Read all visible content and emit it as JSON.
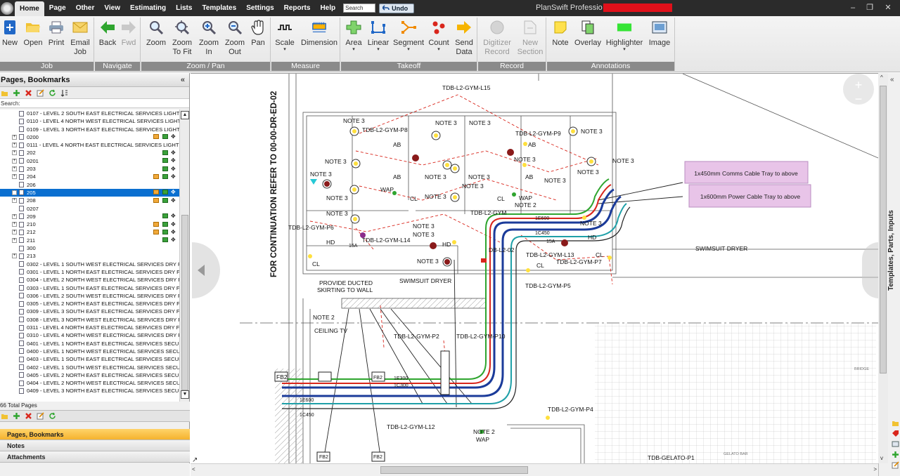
{
  "menu": {
    "tabs": [
      "Home",
      "Page",
      "Other",
      "View",
      "Estimating",
      "Lists",
      "Templates",
      "Settings",
      "Reports",
      "Help"
    ],
    "search_value": "Search",
    "undo_label": "Undo"
  },
  "window": {
    "title": "PlanSwift Professio",
    "minimize": "–",
    "restore": "❐",
    "close": "✕"
  },
  "ribbon": {
    "groups": {
      "job": "Job",
      "navigate": "Navigate",
      "zoom": "Zoom / Pan",
      "measure": "Measure",
      "takeoff": "Takeoff",
      "record": "Record",
      "annotations": "Annotations"
    },
    "buttons": {
      "new": "New",
      "open": "Open",
      "print": "Print",
      "email_a": "Email",
      "email_b": "Job",
      "back": "Back",
      "fwd": "Fwd",
      "zoom": "Zoom",
      "zoomfit_a": "Zoom",
      "zoomfit_b": "To Fit",
      "zoomin_a": "Zoom",
      "zoomin_b": "In",
      "zoomout_a": "Zoom",
      "zoomout_b": "Out",
      "pan": "Pan",
      "scale": "Scale",
      "dimension": "Dimension",
      "area": "Area",
      "linear": "Linear",
      "segment": "Segment",
      "count": "Count",
      "send_a": "Send",
      "send_b": "Data",
      "digitizer_a": "Digitizer",
      "digitizer_b": "Record",
      "newsec_a": "New",
      "newsec_b": "Section",
      "note": "Note",
      "overlay": "Overlay",
      "highlighter": "Highlighter",
      "image": "Image"
    },
    "colors": {
      "accent_green": "#2fa52f",
      "accent_orange": "#f08a00",
      "accent_blue": "#2168c7"
    }
  },
  "pages_panel": {
    "title": "Pages, Bookmarks",
    "search_label": "Search:",
    "total": "66 Total Pages",
    "items": [
      {
        "label": "0107 - LEVEL 2 SOUTH EAST ELECTRICAL SERVICES LIGHTING L...",
        "exp": false,
        "icons": 0
      },
      {
        "label": "0110 - LEVEL 4 NORTH WEST ELECTRICAL SERVICES LIGHTING ...",
        "exp": false,
        "icons": 0
      },
      {
        "label": "0109 - LEVEL 3 NORTH EAST ELECTRICAL SERVICES LIGHTING L...",
        "exp": false,
        "icons": 0
      },
      {
        "label": "0200",
        "exp": true,
        "icons": 3
      },
      {
        "label": "0111 - LEVEL 4 NORTH EAST ELECTRICAL SERVICES LIGHTING L...",
        "exp": true,
        "icons": 0
      },
      {
        "label": "202",
        "exp": true,
        "icons": 2
      },
      {
        "label": "0201",
        "exp": true,
        "icons": 2
      },
      {
        "label": "203",
        "exp": true,
        "icons": 2
      },
      {
        "label": "204",
        "exp": true,
        "icons": 3
      },
      {
        "label": "206",
        "exp": false,
        "icons": 0
      },
      {
        "label": "205",
        "exp": true,
        "icons": 3,
        "selected": true
      },
      {
        "label": "208",
        "exp": true,
        "icons": 3
      },
      {
        "label": "0207",
        "exp": false,
        "icons": 0
      },
      {
        "label": "209",
        "exp": true,
        "icons": 2
      },
      {
        "label": "210",
        "exp": true,
        "icons": 3
      },
      {
        "label": "212",
        "exp": true,
        "icons": 3
      },
      {
        "label": "211",
        "exp": true,
        "icons": 2
      },
      {
        "label": "300",
        "exp": false,
        "icons": 0
      },
      {
        "label": "213",
        "exp": true,
        "icons": 0
      },
      {
        "label": "0302 - LEVEL 1 SOUTH WEST ELECTRICAL SERVICES DRY FIRE ...",
        "exp": false,
        "icons": 0
      },
      {
        "label": "0301 - LEVEL 1 NORTH EAST ELECTRICAL SERVICES DRY FIRE D...",
        "exp": false,
        "icons": 0
      },
      {
        "label": "0304 - LEVEL 2 NORTH WEST ELECTRICAL SERVICES DRY FIRE ...",
        "exp": false,
        "icons": 0
      },
      {
        "label": "0303 - LEVEL 1 SOUTH EAST ELECTRICAL SERVICES DRY FIRE D...",
        "exp": false,
        "icons": 0
      },
      {
        "label": "0306 - LEVEL 2 SOUTH WEST ELECTRICAL SERVICES DRY FIRE ...",
        "exp": false,
        "icons": 0
      },
      {
        "label": "0305 - LEVEL 2 NORTH EAST ELECTRICAL SERVICES DRY FIRE D...",
        "exp": false,
        "icons": 0
      },
      {
        "label": "0309 - LEVEL 3 SOUTH EAST ELECTRICAL SERVICES DRY FIRE D...",
        "exp": false,
        "icons": 0
      },
      {
        "label": "0308 - LEVEL 3 NORTH WEST ELECTRICAL SERVICES DRY FIRE ...",
        "exp": false,
        "icons": 0
      },
      {
        "label": "0311 - LEVEL 4 NORTH EAST ELECTRICAL SERVICES DRY FIRE D...",
        "exp": false,
        "icons": 0
      },
      {
        "label": "0310 - LEVEL 4 NORTH WEST ELECTRICAL SERVICES DRY FIRE ...",
        "exp": false,
        "icons": 0
      },
      {
        "label": "0401 - LEVEL 1 NORTH EAST ELECTRICAL SERVICES SECURITY ...",
        "exp": false,
        "icons": 0
      },
      {
        "label": "0400 - LEVEL 1 NORTH WEST ELECTRICAL SERVICES SECURITY ...",
        "exp": false,
        "icons": 0
      },
      {
        "label": "0403 - LEVEL 1 SOUTH EAST ELECTRICAL SERVICES SECURITY ...",
        "exp": false,
        "icons": 0
      },
      {
        "label": "0402 - LEVEL 1 SOUTH WEST ELECTRICAL SERVICES SECURITY ...",
        "exp": false,
        "icons": 0
      },
      {
        "label": "0405 - LEVEL 2 NORTH EAST ELECTRICAL SERVICES SECURITY ...",
        "exp": false,
        "icons": 0
      },
      {
        "label": "0404 - LEVEL 2 NORTH WEST ELECTRICAL SERVICES SECURITY ...",
        "exp": false,
        "icons": 0
      },
      {
        "label": "0409 - LEVEL 3 NORTH EAST ELECTRICAL SERVICES SECURITY ...",
        "exp": false,
        "icons": 0
      }
    ],
    "tabs": [
      "Pages, Bookmarks",
      "Notes",
      "Attachments"
    ],
    "collapse": "«"
  },
  "right_panel": {
    "label": "Templates, Parts, Inputs",
    "collapse": "«"
  },
  "drawing": {
    "continuation": "FOR CONTINUATION REFER TO 00-00-DR-ED-02",
    "callouts": [
      {
        "text": "1x450mm Comms Cable Tray to above"
      },
      {
        "text": "1x600mm Power Cable Tray to above"
      }
    ],
    "labels": {
      "l15": "TDB-L2-GYM-L15",
      "p8": "TDB-L2-GYM-P8",
      "p9": "TDB-L2-GYM-P9",
      "p6": "TDB-L2-GYM-P6",
      "l14": "TDB-L2-GYM-L14",
      "gym": "TDB-L2-GYM",
      "l13": "TDB-L2-GYM-L13",
      "p7": "TDB-L2-GYM-P7",
      "p5": "TDB-L2-GYM-P5",
      "p2": "TDB-L2-GYM-P2",
      "p10": "TDB-L2-GYM-P10",
      "p4": "TDB-L2-GYM-P4",
      "l12": "TDB-L2-GYM-L12",
      "gelato": "TDB-GELATO-P1",
      "d02": "DB-L2-02",
      "note3": "NOTE 3",
      "note2": "NOTE 2",
      "ab": "AB",
      "hd": "HD",
      "cl": "CL",
      "wap": "WAP",
      "a15": "15A",
      "dryer": "SWIMSUIT DRYER",
      "ducted_a": "PROVIDE DUCTED",
      "ducted_b": "SKIRTING TO WALL",
      "ceiling": "CEILING TV",
      "fb2": "FB2",
      "e600": "1E600",
      "c450": "1C450",
      "c300": "1C300",
      "e300": "1E300",
      "bridge": "BRIDGE",
      "gelatobar": "GELATO BAR",
      "nplus": "+",
      "nminus": "−"
    }
  }
}
